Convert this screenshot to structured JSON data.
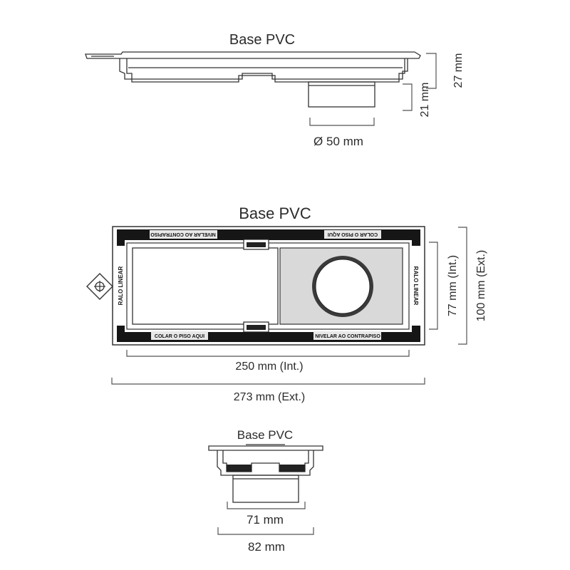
{
  "top_view": {
    "title": "Base PVC",
    "dim_total_height": "27 mm",
    "dim_outlet_height": "21 mm",
    "dim_outlet_diameter": "Ø  50 mm"
  },
  "plan_view": {
    "title": "Base PVC",
    "strip_top_left": "NIVELAR AO CONTRAPISO",
    "strip_top_right": "COLAR O PISO AQUI",
    "strip_bottom_left": "COLAR O PISO AQUI",
    "strip_bottom_right": "NIVELAR AO CONTRAPISO",
    "side_left": "RALO LINEAR",
    "side_right": "RALO LINEAR",
    "dim_inner_width": "250 mm (Int.)",
    "dim_outer_width": "273 mm (Ext.)",
    "dim_inner_height": "77 mm (Int.)",
    "dim_outer_height": "100 mm (Ext.)"
  },
  "side_view": {
    "title": "Base PVC",
    "dim_inner": "71 mm",
    "dim_outer": "82 mm"
  }
}
